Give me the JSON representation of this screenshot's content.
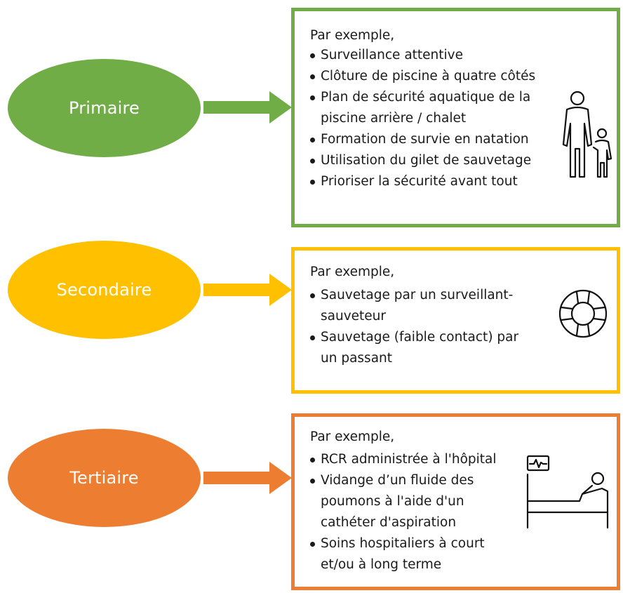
{
  "colors": {
    "primary": "#70ad47",
    "secondary": "#ffc000",
    "tertiary": "#ed7d31"
  },
  "levels": [
    {
      "label": "Primaire",
      "intro": "Par exemple,",
      "items": [
        "Surveillance attentive",
        " Clôture de piscine à quatre côtés",
        " Plan de sécurité aquatique de la",
        "piscine arrière / chalet",
        " Formation de survie en natation",
        "Utilisation du gilet de sauvetage",
        "Prioriser la sécurité avant tout"
      ],
      "icon": "adult-child-icon"
    },
    {
      "label": "Secondaire",
      "intro": "Par exemple,",
      "items": [
        "Sauvetage par un surveillant-",
        "sauveteur",
        "Sauvetage (faible contact) par",
        "un passant"
      ],
      "icon": "lifebuoy-icon"
    },
    {
      "label": "Tertiaire",
      "intro": "Par exemple,",
      "items": [
        "RCR administrée à l'hôpital",
        "Vidange d’un fluide des",
        "poumons à l'aide d'un",
        "cathéter d'aspiration",
        "Soins hospitaliers à court",
        "et/ou à long terme"
      ],
      "icon": "hospital-bed-icon"
    }
  ]
}
